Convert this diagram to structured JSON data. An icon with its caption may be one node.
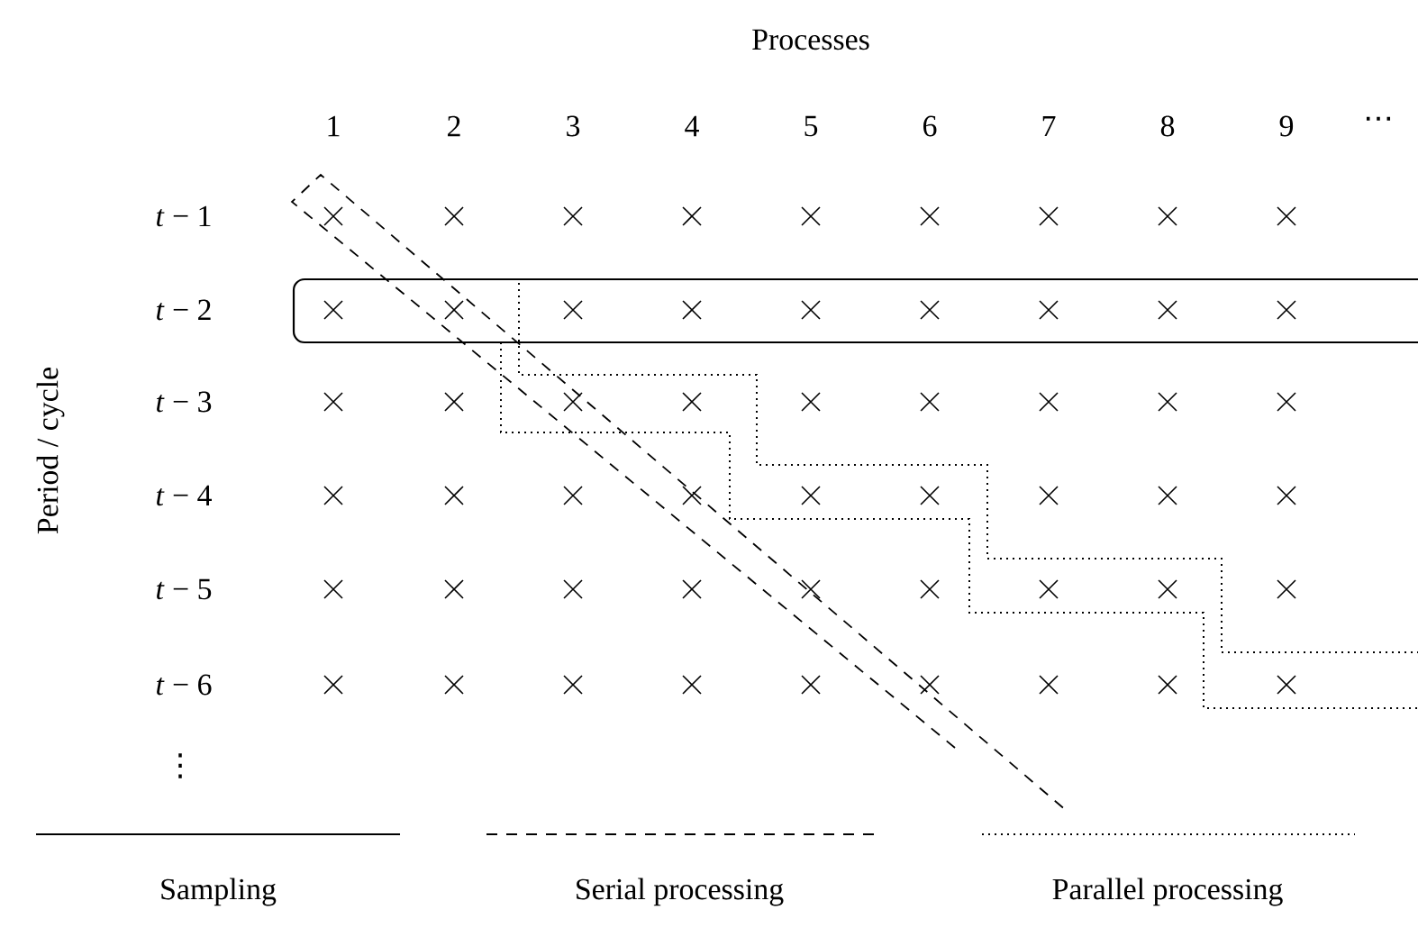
{
  "diagram": {
    "labels": [
      "Processes",
      "1",
      "2",
      "3",
      "4",
      "5",
      "6",
      "7",
      "8",
      "9",
      "⋯",
      "*t* − 1",
      "*t* − 2",
      "*t* − 3",
      "*t* − 4",
      "*t* − 5",
      "*t* − 6",
      "⋮",
      "Period / cycle"
    ],
    "legend": [
      {
        "text": "Sampling"
      },
      {
        "text": "Serial processing"
      },
      {
        "text": "Parallel processing"
      }
    ]
  }
}
